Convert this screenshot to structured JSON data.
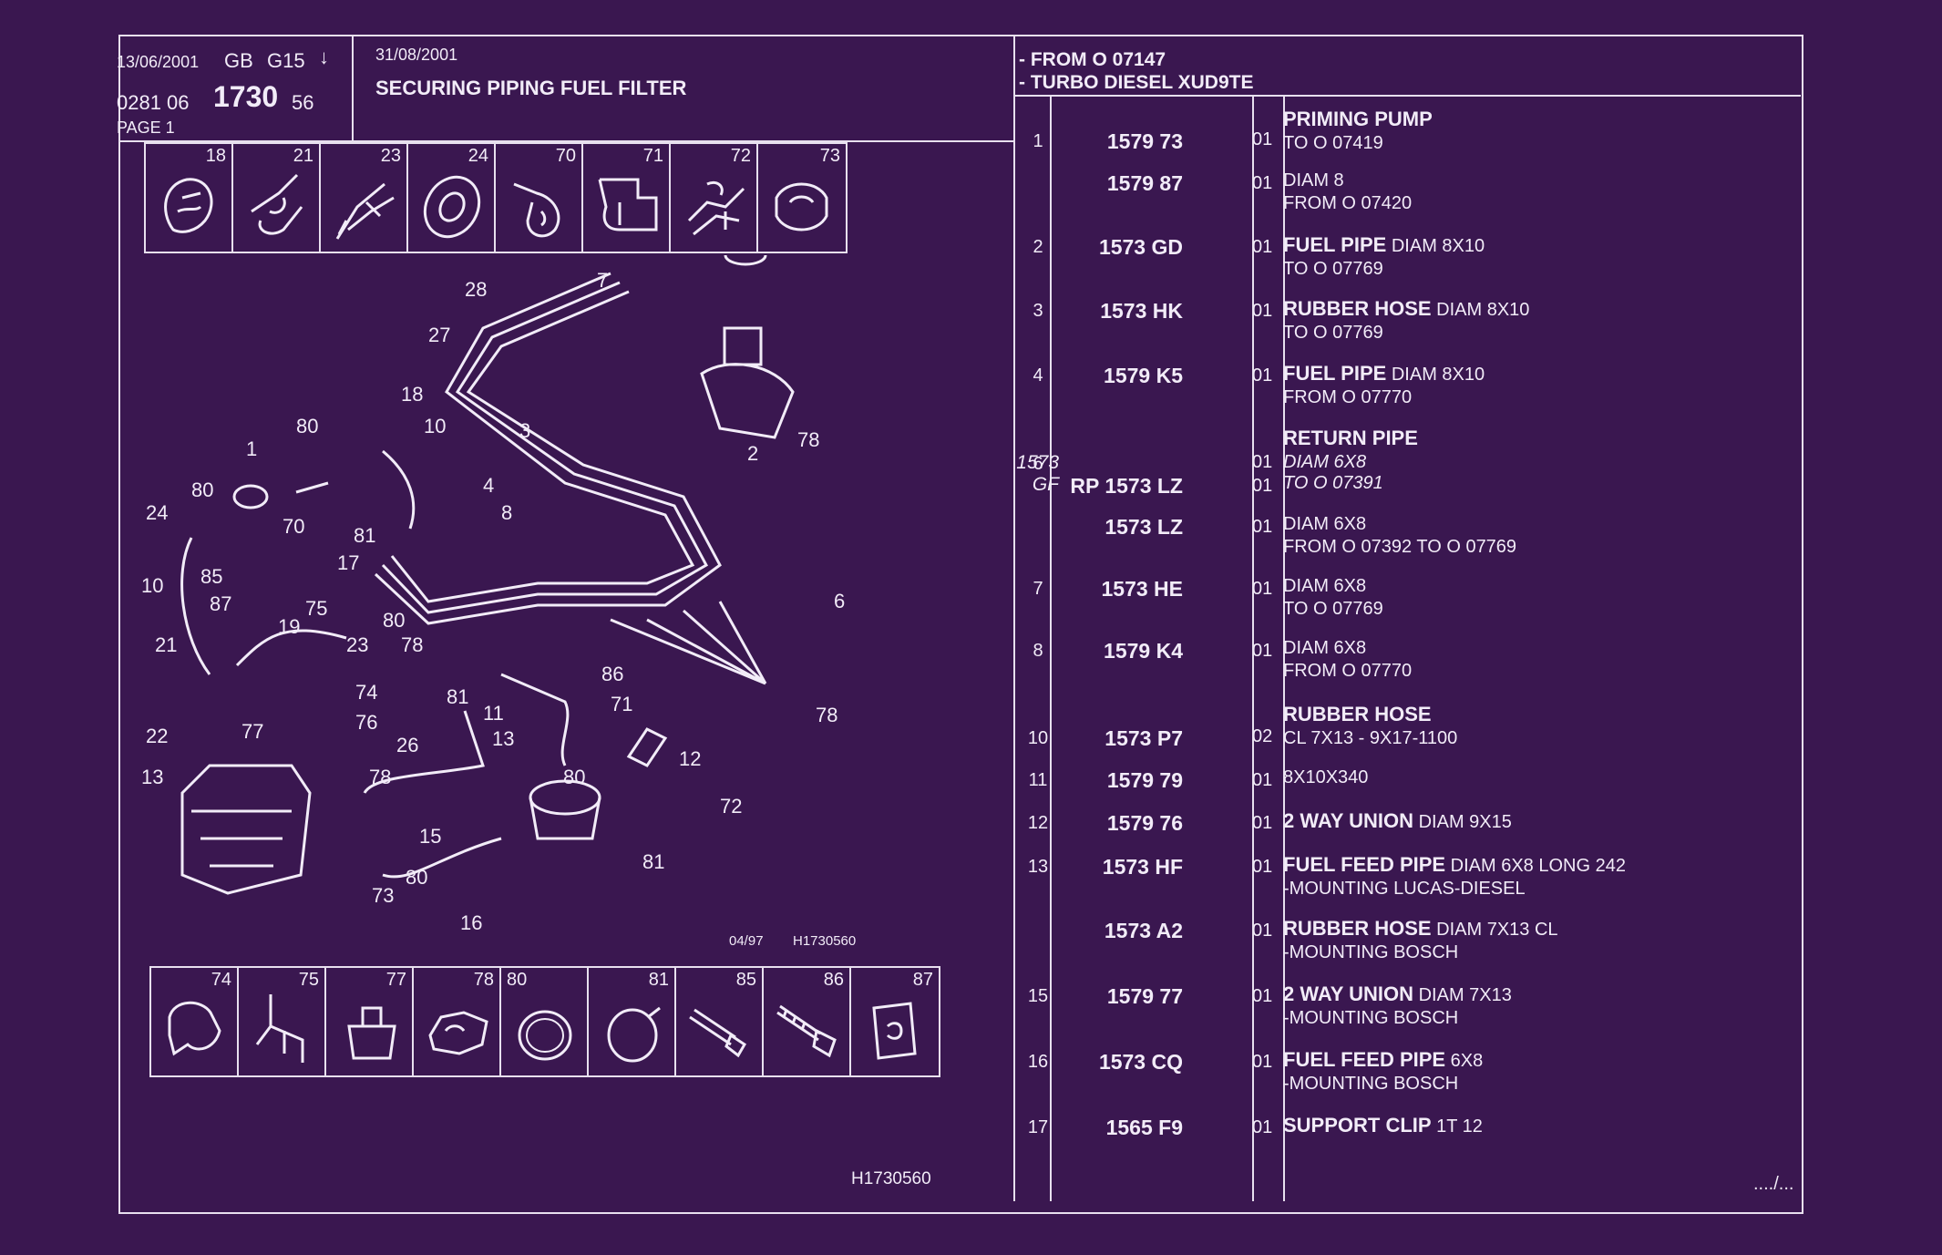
{
  "header": {
    "date1": "13/06/2001",
    "lang": "GB",
    "code": "G15",
    "arrow": "↓",
    "ref_prefix": "0281 06",
    "ref_main": "1730",
    "ref_suffix": "56",
    "page": "PAGE 1",
    "date2": "31/08/2001",
    "title": "SECURING PIPING FUEL FILTER",
    "applic1": "- FROM O  07147",
    "applic2": "- TURBO DIESEL XUD9TE"
  },
  "top_icons": [
    "18",
    "21",
    "23",
    "24",
    "70",
    "71",
    "72",
    "73"
  ],
  "bottom_icons": [
    "74",
    "75",
    "77",
    "78",
    "80",
    "81",
    "85",
    "86",
    "87"
  ],
  "diagram": {
    "stamp": "04/97",
    "code": "H1730560",
    "callouts": [
      "28",
      "7",
      "27",
      "18",
      "80",
      "10",
      "3",
      "2",
      "78",
      "1",
      "80",
      "4",
      "24",
      "8",
      "70",
      "81",
      "17",
      "10",
      "85",
      "87",
      "75",
      "19",
      "80",
      "6",
      "21",
      "23",
      "78",
      "74",
      "86",
      "81",
      "71",
      "78",
      "22",
      "77",
      "76",
      "26",
      "13",
      "12",
      "78",
      "13",
      "80",
      "72",
      "15",
      "73",
      "80",
      "16",
      "81",
      "11"
    ]
  },
  "rows": [
    {
      "item": "1",
      "ref": "1579 73",
      "qty": "01",
      "bold": "PRIMING PUMP",
      "line1": "",
      "line2": "TO  O  07419",
      "italic": false
    },
    {
      "item": "",
      "ref": "1579 87",
      "qty": "01",
      "bold": "",
      "line1": "DIAM 8",
      "line2": "FROM  O  07420",
      "italic": false
    },
    {
      "item": "2",
      "ref": "1573 GD",
      "qty": "01",
      "bold": "FUEL PIPE",
      "line1": " DIAM 8X10",
      "line2": "TO  O  07769",
      "italic": false
    },
    {
      "item": "3",
      "ref": "1573 HK",
      "qty": "01",
      "bold": "RUBBER HOSE",
      "line1": " DIAM 8X10",
      "line2": "TO  O  07769",
      "italic": false
    },
    {
      "item": "4",
      "ref": "1579 K5",
      "qty": "01",
      "bold": "FUEL PIPE",
      "line1": " DIAM 8X10",
      "line2": "FROM  O  07770",
      "italic": false
    },
    {
      "item": "6",
      "ref": "1573 GF",
      "qty": "01",
      "bold": "RETURN PIPE",
      "line1": "",
      "line2": "DIAM 6X8",
      "italic": true
    },
    {
      "item": "",
      "ref": "RP  1573 LZ",
      "qty": "01",
      "bold": "",
      "line1": "TO  O  07391",
      "line2": "",
      "italic": true
    },
    {
      "item": "",
      "ref": "1573 LZ",
      "qty": "01",
      "bold": "",
      "line1": "DIAM 6X8",
      "line2": "FROM  O  07392  TO  O  07769",
      "italic": false
    },
    {
      "item": "7",
      "ref": "1573 HE",
      "qty": "01",
      "bold": "",
      "line1": "DIAM 6X8",
      "line2": "TO  O  07769",
      "italic": false
    },
    {
      "item": "8",
      "ref": "1579 K4",
      "qty": "01",
      "bold": "",
      "line1": "DIAM 6X8",
      "line2": "FROM  O  07770",
      "italic": false
    },
    {
      "item": "10",
      "ref": "1573 P7",
      "qty": "02",
      "bold": "RUBBER HOSE",
      "line1": "",
      "line2": "CL 7X13 - 9X17-1100",
      "italic": false
    },
    {
      "item": "11",
      "ref": "1579 79",
      "qty": "01",
      "bold": "",
      "line1": "8X10X340",
      "line2": "",
      "italic": false
    },
    {
      "item": "12",
      "ref": "1579 76",
      "qty": "01",
      "bold": "2 WAY UNION",
      "line1": " DIAM 9X15",
      "line2": "",
      "italic": false
    },
    {
      "item": "13",
      "ref": "1573 HF",
      "qty": "01",
      "bold": "FUEL FEED PIPE",
      "line1": " DIAM 6X8 LONG 242",
      "line2": "-MOUNTING LUCAS-DIESEL",
      "italic": false
    },
    {
      "item": "",
      "ref": "1573 A2",
      "qty": "01",
      "bold": "RUBBER HOSE",
      "line1": " DIAM 7X13 CL",
      "line2": "-MOUNTING BOSCH",
      "italic": false
    },
    {
      "item": "15",
      "ref": "1579 77",
      "qty": "01",
      "bold": "2 WAY UNION",
      "line1": " DIAM 7X13",
      "line2": "-MOUNTING BOSCH",
      "italic": false
    },
    {
      "item": "16",
      "ref": "1573 CQ",
      "qty": "01",
      "bold": "FUEL FEED PIPE",
      "line1": " 6X8",
      "line2": "-MOUNTING BOSCH",
      "italic": false
    },
    {
      "item": "17",
      "ref": "1565 F9",
      "qty": "01",
      "bold": "SUPPORT CLIP",
      "line1": " 1T 12",
      "line2": "",
      "italic": false
    }
  ],
  "footer": {
    "code": "H1730560",
    "continued": "..../..."
  }
}
